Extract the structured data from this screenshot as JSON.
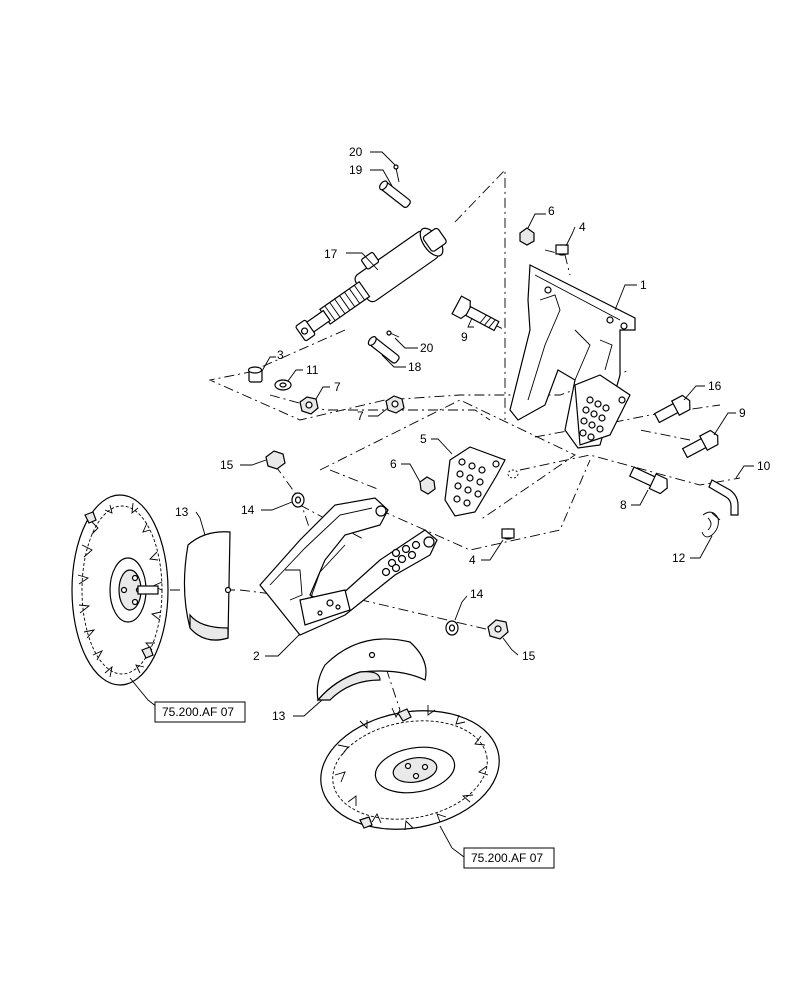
{
  "callouts": [
    {
      "id": "c1",
      "label": "1"
    },
    {
      "id": "c2",
      "label": "2"
    },
    {
      "id": "c3",
      "label": "3"
    },
    {
      "id": "c4a",
      "label": "4"
    },
    {
      "id": "c4b",
      "label": "4"
    },
    {
      "id": "c5",
      "label": "5"
    },
    {
      "id": "c6a",
      "label": "6"
    },
    {
      "id": "c6b",
      "label": "6"
    },
    {
      "id": "c7a",
      "label": "7"
    },
    {
      "id": "c7b",
      "label": "7"
    },
    {
      "id": "c8",
      "label": "8"
    },
    {
      "id": "c9a",
      "label": "9"
    },
    {
      "id": "c9b",
      "label": "9"
    },
    {
      "id": "c10",
      "label": "10"
    },
    {
      "id": "c11",
      "label": "11"
    },
    {
      "id": "c12",
      "label": "12"
    },
    {
      "id": "c13a",
      "label": "13"
    },
    {
      "id": "c13b",
      "label": "13"
    },
    {
      "id": "c14a",
      "label": "14"
    },
    {
      "id": "c14b",
      "label": "14"
    },
    {
      "id": "c15a",
      "label": "15"
    },
    {
      "id": "c15b",
      "label": "15"
    },
    {
      "id": "c16",
      "label": "16"
    },
    {
      "id": "c17",
      "label": "17"
    },
    {
      "id": "c18",
      "label": "18"
    },
    {
      "id": "c19",
      "label": "19"
    },
    {
      "id": "c20a",
      "label": "20"
    },
    {
      "id": "c20b",
      "label": "20"
    }
  ],
  "references": [
    {
      "id": "ref-left",
      "label": "75.200.AF 07"
    },
    {
      "id": "ref-bottom",
      "label": "75.200.AF 07"
    }
  ]
}
